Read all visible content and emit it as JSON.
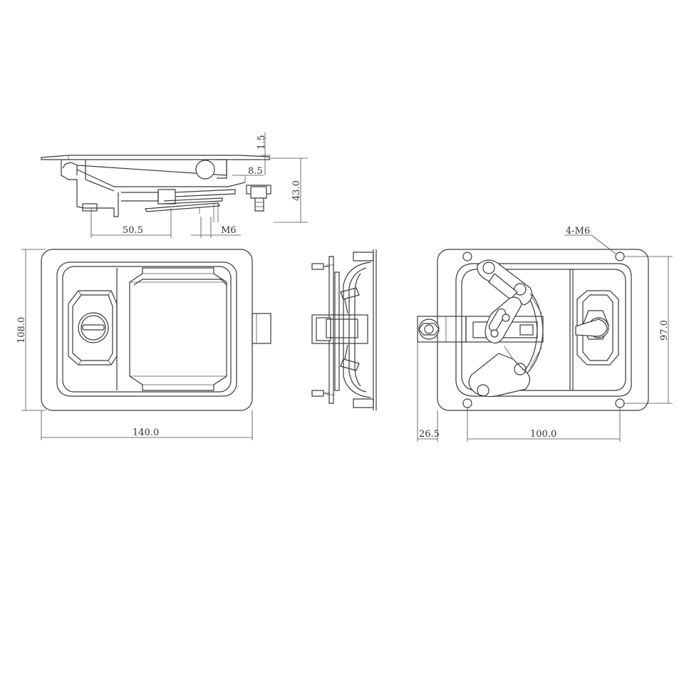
{
  "dimensions": {
    "plate_thickness": "1.5",
    "flange_offset": "8.5",
    "overall_depth": "43.0",
    "stud_position": "50.5",
    "stud_thread": "M6",
    "height": "108.0",
    "width": "140.0",
    "mounting_holes": "4-M6",
    "hole_spacing_vertical": "97.0",
    "hole_spacing_horizontal": "100.0",
    "bolt_offset": "26.5"
  },
  "colors": {
    "line": "#3a3a3a",
    "text": "#333333",
    "background": "#ffffff"
  }
}
